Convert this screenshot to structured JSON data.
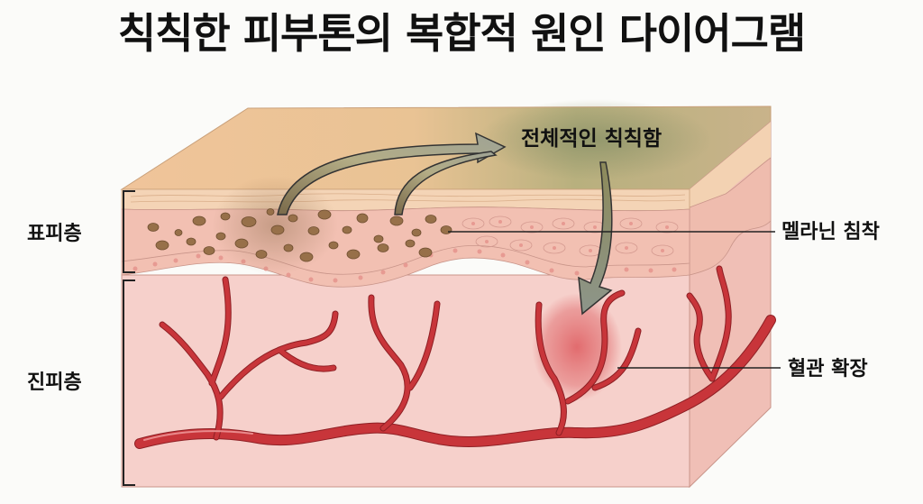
{
  "title": "칙칙한 피부톤의 복합적 원인 다이어그램",
  "layers": {
    "epidermis": "표피층",
    "dermis": "진피층"
  },
  "callouts": {
    "overall_dullness": "전체적인 칙칙함",
    "melanin_deposition": "멜라닌 침착",
    "vasodilation": "혈관 확장"
  },
  "colors": {
    "background": "#fbfbf9",
    "skin_top": "#f0c9a0",
    "stratum_corneum": "#f3d2b2",
    "epidermis": "#f2c0b2",
    "dermis": "#f6d0cb",
    "melanin": "#8f6a45",
    "vessel": "#c8353a",
    "dull_tint": "#a6a572",
    "arrow": "#9a9a78"
  }
}
